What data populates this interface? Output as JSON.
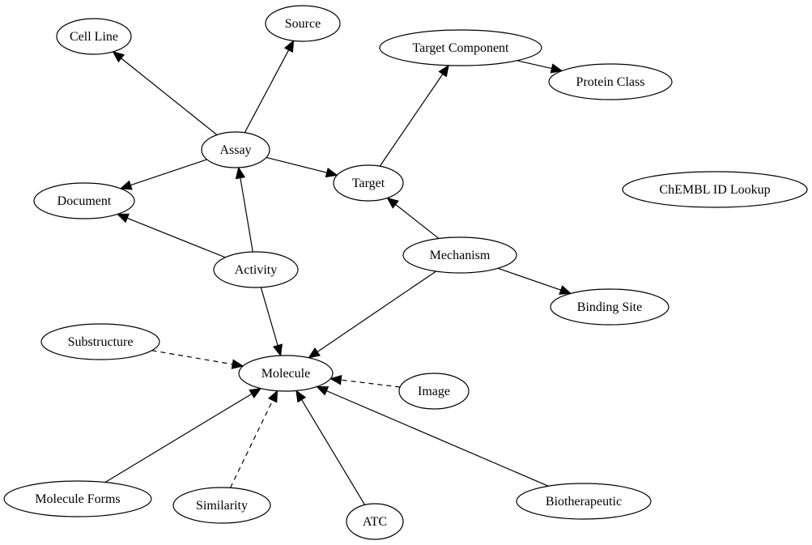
{
  "nodes": [
    {
      "id": "cell_line",
      "label": "Cell Line"
    },
    {
      "id": "source",
      "label": "Source"
    },
    {
      "id": "target_component",
      "label": "Target Component"
    },
    {
      "id": "protein_class",
      "label": "Protein Class"
    },
    {
      "id": "assay",
      "label": "Assay"
    },
    {
      "id": "target",
      "label": "Target"
    },
    {
      "id": "document",
      "label": "Document"
    },
    {
      "id": "chembl_id_lookup",
      "label": "ChEMBL ID Lookup"
    },
    {
      "id": "mechanism",
      "label": "Mechanism"
    },
    {
      "id": "activity",
      "label": "Activity"
    },
    {
      "id": "binding_site",
      "label": "Binding Site"
    },
    {
      "id": "substructure",
      "label": "Substructure"
    },
    {
      "id": "molecule",
      "label": "Molecule"
    },
    {
      "id": "image",
      "label": "Image"
    },
    {
      "id": "molecule_forms",
      "label": "Molecule Forms"
    },
    {
      "id": "similarity",
      "label": "Similarity"
    },
    {
      "id": "atc",
      "label": "ATC"
    },
    {
      "id": "biotherapeutic",
      "label": "Biotherapeutic"
    }
  ],
  "edges": [
    {
      "from": "assay",
      "to": "cell_line",
      "style": "solid"
    },
    {
      "from": "assay",
      "to": "source",
      "style": "solid"
    },
    {
      "from": "assay",
      "to": "target",
      "style": "solid"
    },
    {
      "from": "assay",
      "to": "document",
      "style": "solid"
    },
    {
      "from": "target",
      "to": "target_component",
      "style": "solid"
    },
    {
      "from": "target_component",
      "to": "protein_class",
      "style": "solid"
    },
    {
      "from": "activity",
      "to": "document",
      "style": "solid"
    },
    {
      "from": "activity",
      "to": "assay",
      "style": "solid"
    },
    {
      "from": "activity",
      "to": "molecule",
      "style": "solid"
    },
    {
      "from": "mechanism",
      "to": "target",
      "style": "solid"
    },
    {
      "from": "mechanism",
      "to": "binding_site",
      "style": "solid"
    },
    {
      "from": "mechanism",
      "to": "molecule",
      "style": "solid"
    },
    {
      "from": "substructure",
      "to": "molecule",
      "style": "dashed"
    },
    {
      "from": "image",
      "to": "molecule",
      "style": "dashed"
    },
    {
      "from": "molecule_forms",
      "to": "molecule",
      "style": "solid"
    },
    {
      "from": "similarity",
      "to": "molecule",
      "style": "dashed"
    },
    {
      "from": "atc",
      "to": "molecule",
      "style": "solid"
    },
    {
      "from": "biotherapeutic",
      "to": "molecule",
      "style": "solid"
    }
  ]
}
